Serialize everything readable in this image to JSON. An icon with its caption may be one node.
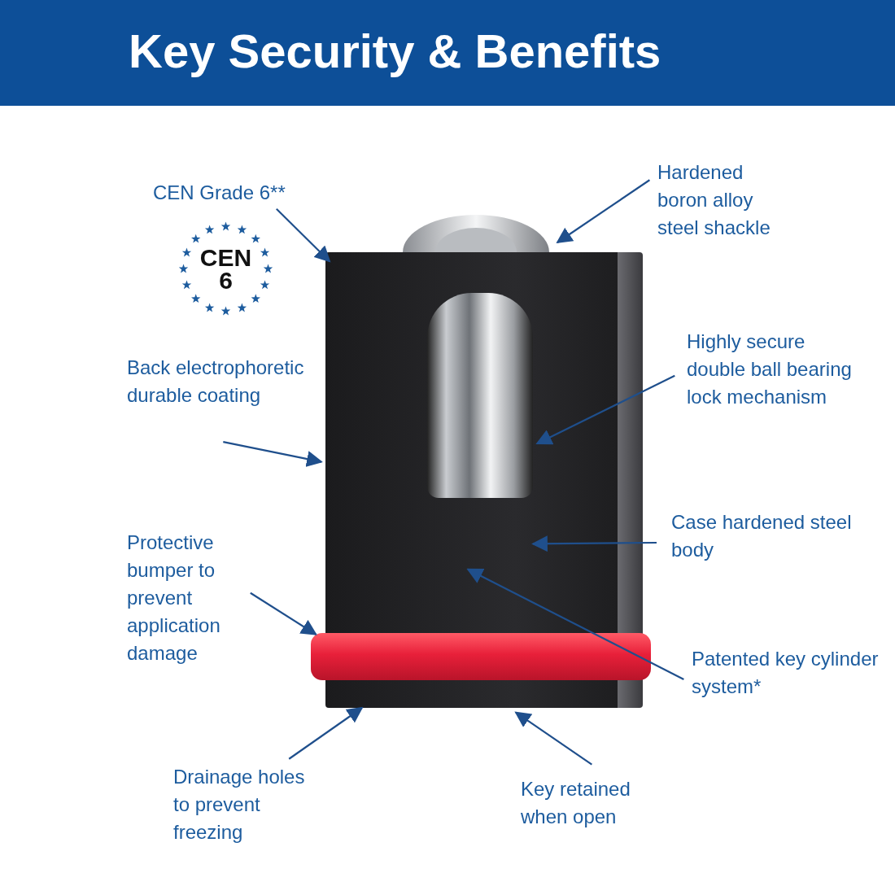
{
  "diagram": {
    "title": "Key Security & Benefits",
    "nodes": [
      {
        "text": [
          "CEN Grade 6**"
        ]
      },
      {
        "text": [
          "Hardened boron alloy steel shackle"
        ]
      },
      {
        "text": [
          "CEN 6"
        ]
      },
      {
        "text": [],
        "shape": "picture"
      },
      {
        "text": [],
        "shape": "picture"
      },
      {
        "text": [
          "Back electrophoretic durable coating"
        ]
      },
      {
        "text": [
          "Highly secure double ball bearing lock mechanism"
        ]
      },
      {
        "text": [
          "Case hardened steel body"
        ]
      },
      {
        "text": [
          "Protective bumper to prevent application damage"
        ]
      },
      {
        "text": [],
        "shape": "picture"
      },
      {
        "text": [
          "Patented key cylinder system*"
        ]
      },
      {
        "text": [
          "Drainage holes to prevent freezing"
        ]
      },
      {
        "text": [
          "Key retained when open"
        ]
      }
    ],
    "edges": [
      {
        "from": 0,
        "to": 4,
        "arrow": "to"
      },
      {
        "from": 1,
        "to": 3,
        "arrow": "to"
      },
      {
        "from": 5,
        "to": 4,
        "arrow": "to"
      },
      {
        "from": 6,
        "to": 4,
        "arrow": "to"
      },
      {
        "from": 7,
        "to": 4,
        "arrow": "to"
      },
      {
        "from": 8,
        "to": 9,
        "arrow": "to"
      },
      {
        "from": 10,
        "to": 4,
        "arrow": "to"
      },
      {
        "from": 11,
        "to": 4,
        "arrow": "to"
      },
      {
        "from": 12,
        "to": 4,
        "arrow": "to"
      }
    ]
  }
}
